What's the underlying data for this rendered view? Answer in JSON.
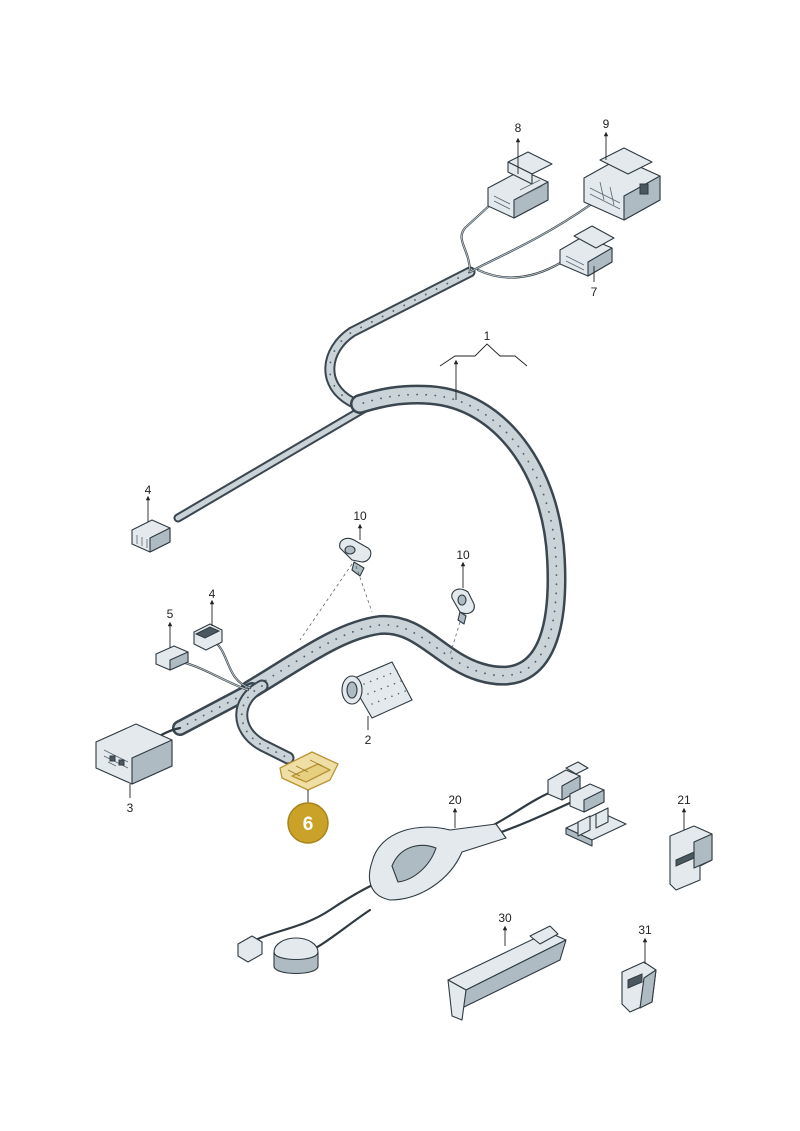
{
  "callouts": {
    "c1": "1",
    "c2": "2",
    "c3": "3",
    "c4a": "4",
    "c4b": "4",
    "c5": "5",
    "c6": "6",
    "c7": "7",
    "c8": "8",
    "c9": "9",
    "c10a": "10",
    "c10b": "10",
    "c20": "20",
    "c21": "21",
    "c30": "30",
    "c31": "31"
  },
  "highlight": {
    "badge_color": "#c9a227",
    "part_color": "#f0dfa4"
  },
  "icons": {
    "arrow_tip": "arrow-up-icon"
  }
}
